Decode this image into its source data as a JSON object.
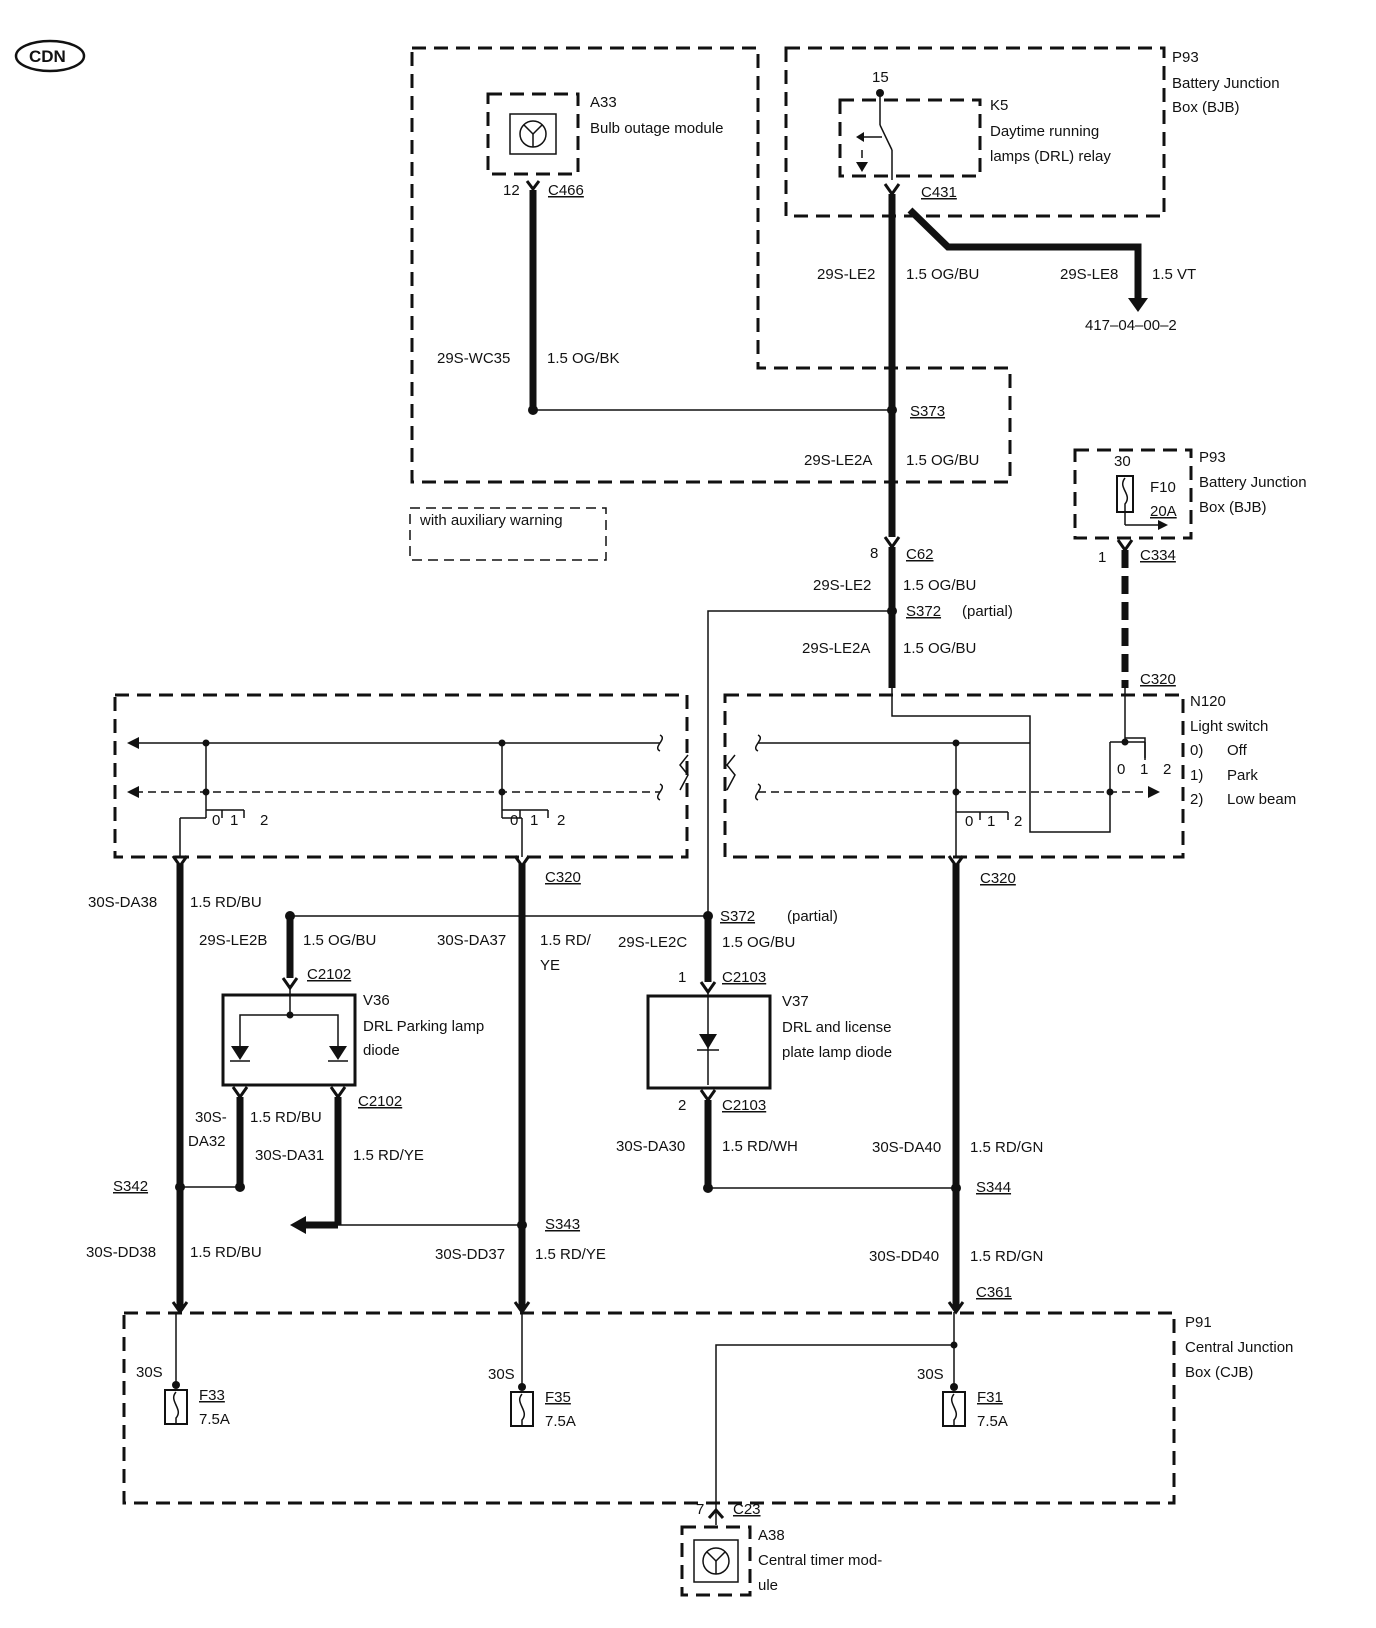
{
  "logo": "CDN",
  "components": {
    "a33": {
      "id": "A33",
      "name": "Bulb outage module"
    },
    "k5": {
      "id": "K5",
      "name_line1": "Daytime running",
      "name_line2": "lamps (DRL) relay",
      "pin": "15"
    },
    "p93_top": {
      "id": "P93",
      "name_line1": "Battery Junction",
      "name_line2": "Box (BJB)"
    },
    "p93_fuse": {
      "id": "P93",
      "name_line1": "Battery Junction",
      "name_line2": "Box (BJB)",
      "fuse": "F10",
      "rating": "20A",
      "pin": "30"
    },
    "n120": {
      "id": "N120",
      "name": "Light switch",
      "pos0_num": "0)",
      "pos0": "Off",
      "pos1_num": "1)",
      "pos1": "Park",
      "pos2_num": "2)",
      "pos2": "Low beam"
    },
    "v36": {
      "id": "V36",
      "name_line1": "DRL Parking lamp",
      "name_line2": "diode"
    },
    "v37": {
      "id": "V37",
      "name_line1": "DRL and license",
      "name_line2": "plate lamp diode"
    },
    "p91": {
      "id": "P91",
      "name_line1": "Central Junction",
      "name_line2": "Box (CJB)"
    },
    "a38": {
      "id": "A38",
      "name_line1": "Central timer mod-",
      "name_line2": "ule"
    }
  },
  "note_aux": "with auxiliary warning",
  "reference": "417–04–00–2",
  "connectors": {
    "c466": "C466",
    "c466_pin": "12",
    "c431": "C431",
    "c62": "C62",
    "c62_pin": "8",
    "c334": "C334",
    "c334_pin": "1",
    "c320_top": "C320",
    "c320_left": "C320",
    "c320_right": "C320",
    "c2102_top": "C2102",
    "c2102_bottom": "C2102",
    "c2103_top": "C2103",
    "c2103_top_pin": "1",
    "c2103_bottom": "C2103",
    "c2103_bottom_pin": "2",
    "c361": "C361",
    "c23": "C23",
    "c23_pin": "7"
  },
  "splices": {
    "s373": "S373",
    "s372_top": "S372",
    "s372_top_note": "(partial)",
    "s372_mid": "S372",
    "s372_mid_note": "(partial)",
    "s342": "S342",
    "s343": "S343",
    "s344": "S344"
  },
  "switch_positions": [
    "0",
    "1",
    "2"
  ],
  "wires": {
    "le2_top": {
      "circuit": "29S-LE2",
      "spec": "1.5 OG/BU"
    },
    "le8": {
      "circuit": "29S-LE8",
      "spec": "1.5 VT"
    },
    "wc35": {
      "circuit": "29S-WC35",
      "spec": "1.5 OG/BK"
    },
    "le2a_top": {
      "circuit": "29S-LE2A",
      "spec": "1.5 OG/BU"
    },
    "le2_mid": {
      "circuit": "29S-LE2",
      "spec": "1.5 OG/BU"
    },
    "le2a_mid": {
      "circuit": "29S-LE2A",
      "spec": "1.5 OG/BU"
    },
    "da38": {
      "circuit": "30S-DA38",
      "spec": "1.5 RD/BU"
    },
    "le2b": {
      "circuit": "29S-LE2B",
      "spec": "1.5 OG/BU"
    },
    "da37": {
      "circuit": "30S-DA37",
      "spec_line1": "1.5 RD/",
      "spec_line2": "YE"
    },
    "le2c": {
      "circuit": "29S-LE2C",
      "spec": "1.5 OG/BU"
    },
    "da32": {
      "circuit_line1": "30S-",
      "circuit_line2": "DA32",
      "spec": "1.5 RD/BU"
    },
    "da31": {
      "circuit": "30S-DA31",
      "spec": "1.5 RD/YE"
    },
    "da30": {
      "circuit": "30S-DA30",
      "spec": "1.5 RD/WH"
    },
    "da40": {
      "circuit": "30S-DA40",
      "spec": "1.5 RD/GN"
    },
    "dd38": {
      "circuit": "30S-DD38",
      "spec": "1.5 RD/BU"
    },
    "dd37": {
      "circuit": "30S-DD37",
      "spec": "1.5 RD/YE"
    },
    "dd40": {
      "circuit": "30S-DD40",
      "spec": "1.5 RD/GN"
    }
  },
  "fuses": {
    "f33": {
      "id": "F33",
      "rating": "7.5A",
      "pin": "30S"
    },
    "f35": {
      "id": "F35",
      "rating": "7.5A",
      "pin": "30S"
    },
    "f31": {
      "id": "F31",
      "rating": "7.5A",
      "pin": "30S"
    }
  }
}
